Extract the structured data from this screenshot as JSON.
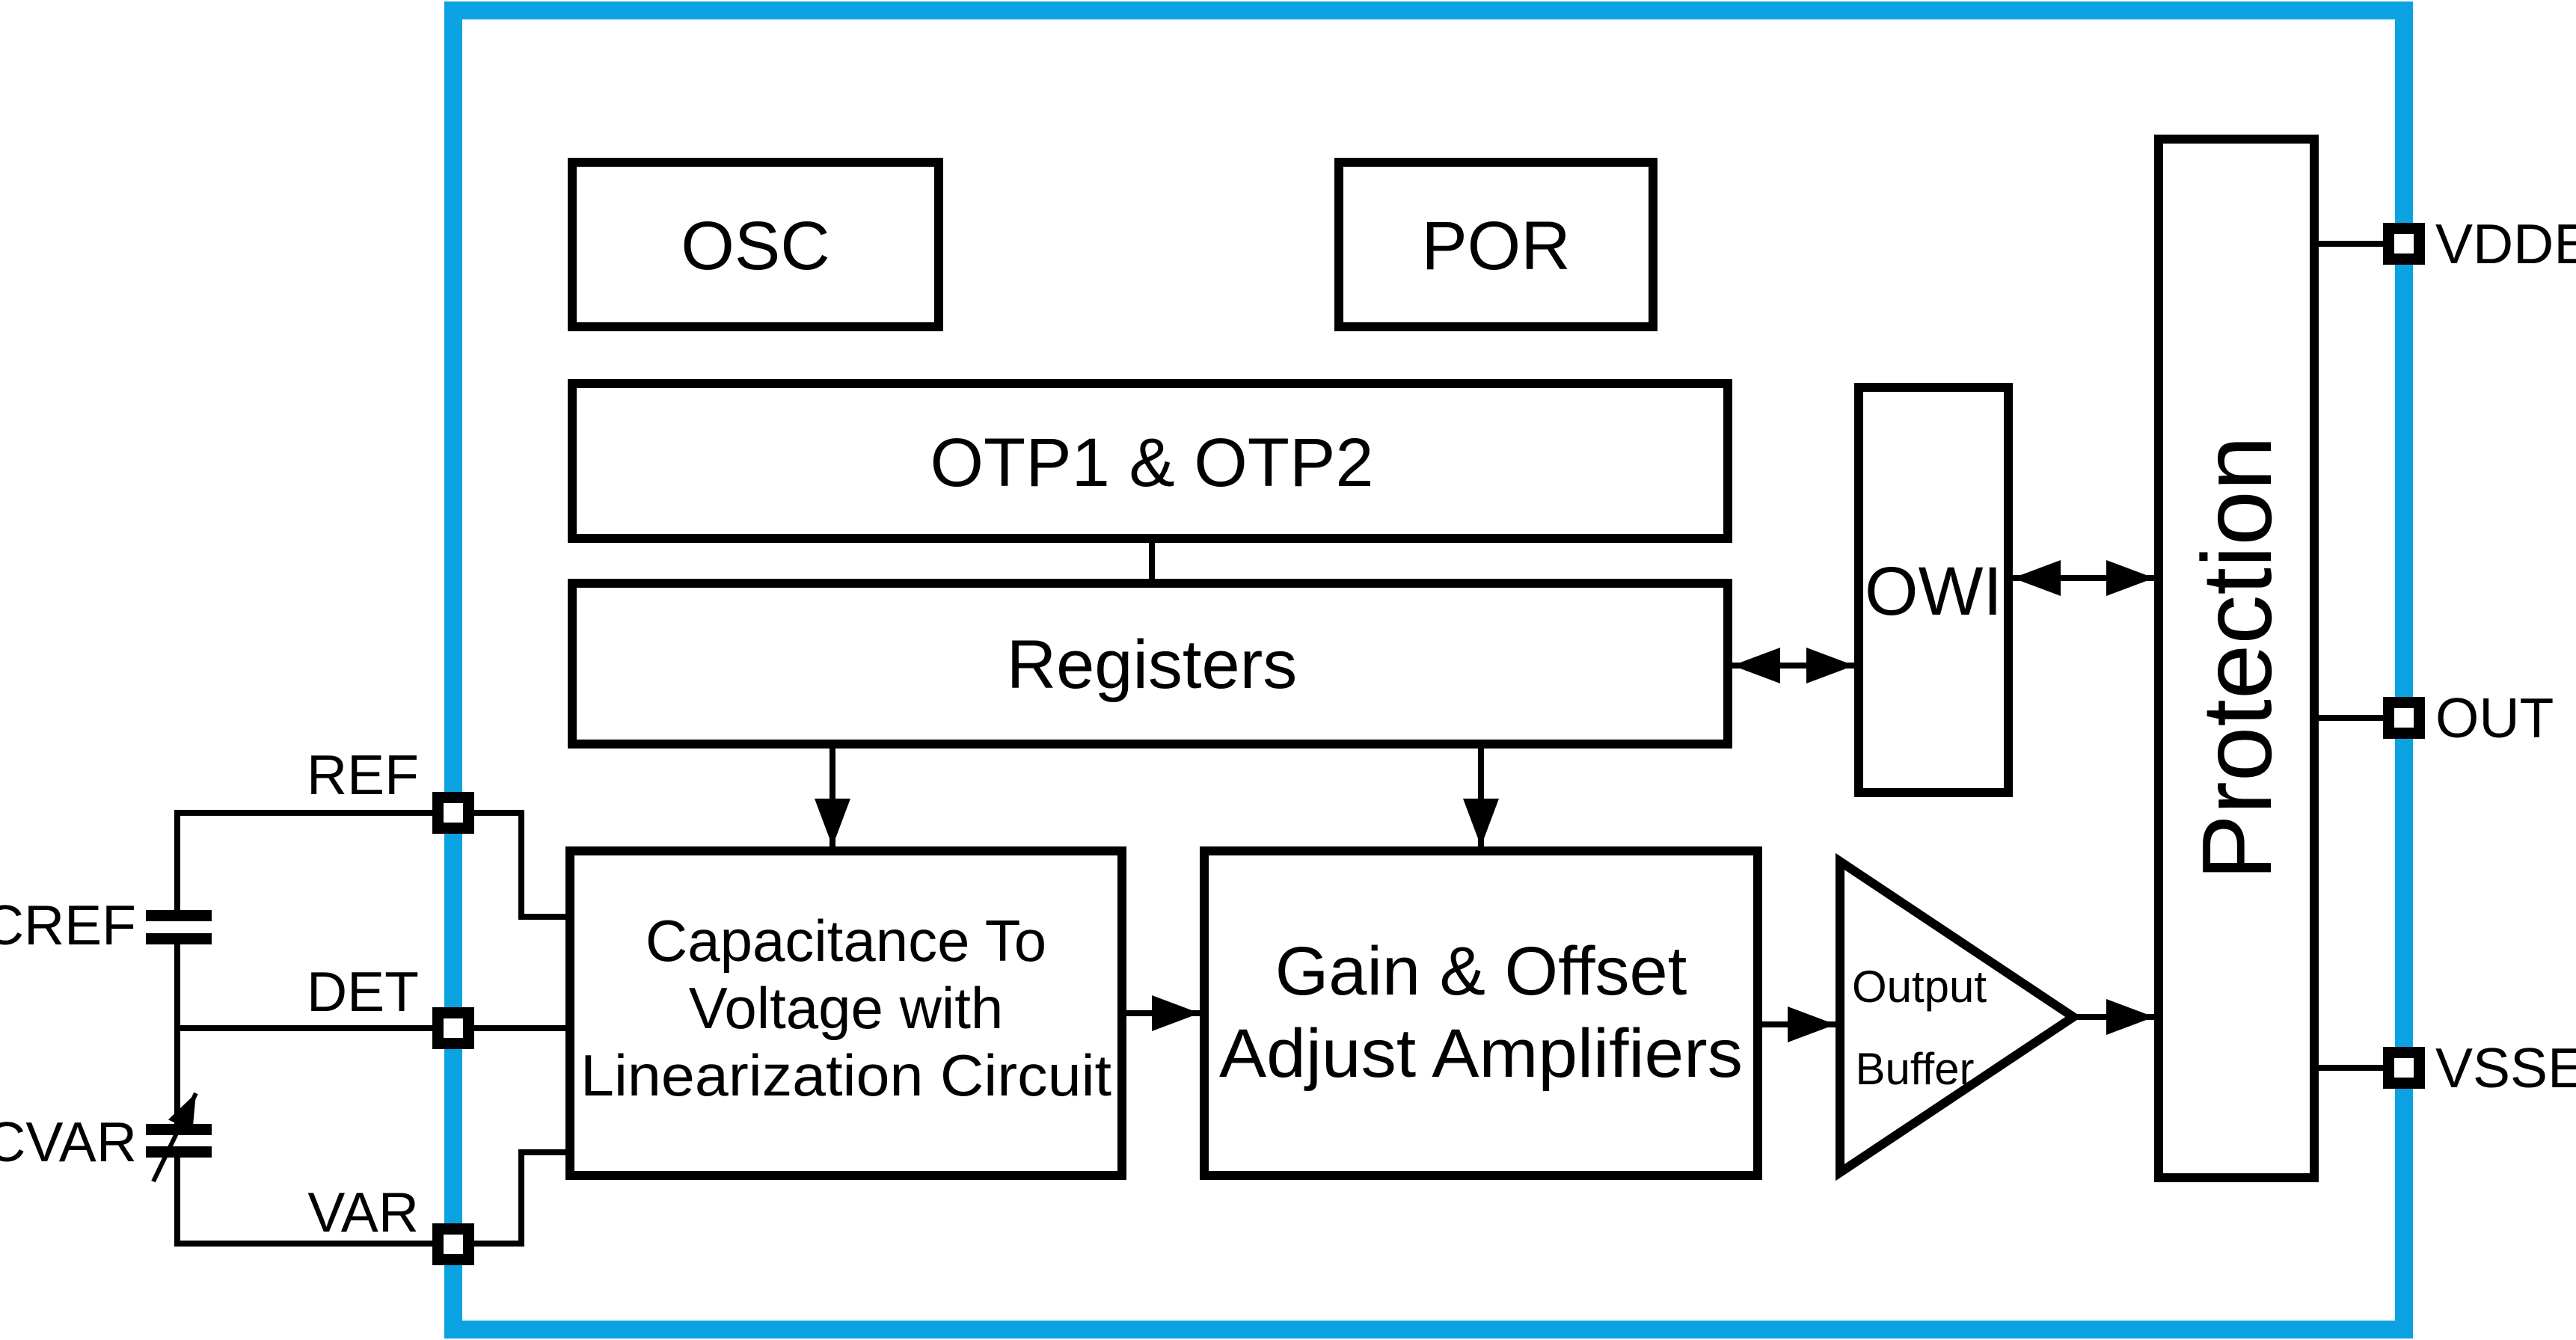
{
  "colors": {
    "accent": "#0ba2e2",
    "ink": "#000000",
    "paper": "#ffffff"
  },
  "blocks": {
    "osc": {
      "label": "OSC"
    },
    "por": {
      "label": "POR"
    },
    "otp": {
      "label": "OTP1 & OTP2"
    },
    "registers": {
      "label": "Registers"
    },
    "owi": {
      "label": "OWI"
    },
    "protection": {
      "label": "Protection"
    },
    "cap_to_voltage": {
      "line1": "Capacitance To",
      "line2": "Voltage with",
      "line3": "Linearization Circuit"
    },
    "gain_offset": {
      "line1": "Gain & Offset",
      "line2": "Adjust Amplifiers"
    },
    "output_buffer": {
      "line1": "Output",
      "line2": "Buffer"
    }
  },
  "pins": {
    "ref": {
      "label": "REF"
    },
    "det": {
      "label": "DET"
    },
    "var": {
      "label": "VAR"
    },
    "vdde": {
      "label": "VDDE"
    },
    "out": {
      "label": "OUT"
    },
    "vsse": {
      "label": "VSSE"
    }
  },
  "external_components": {
    "cref": {
      "label": "CREF"
    },
    "cvar": {
      "label": "CVAR"
    }
  }
}
